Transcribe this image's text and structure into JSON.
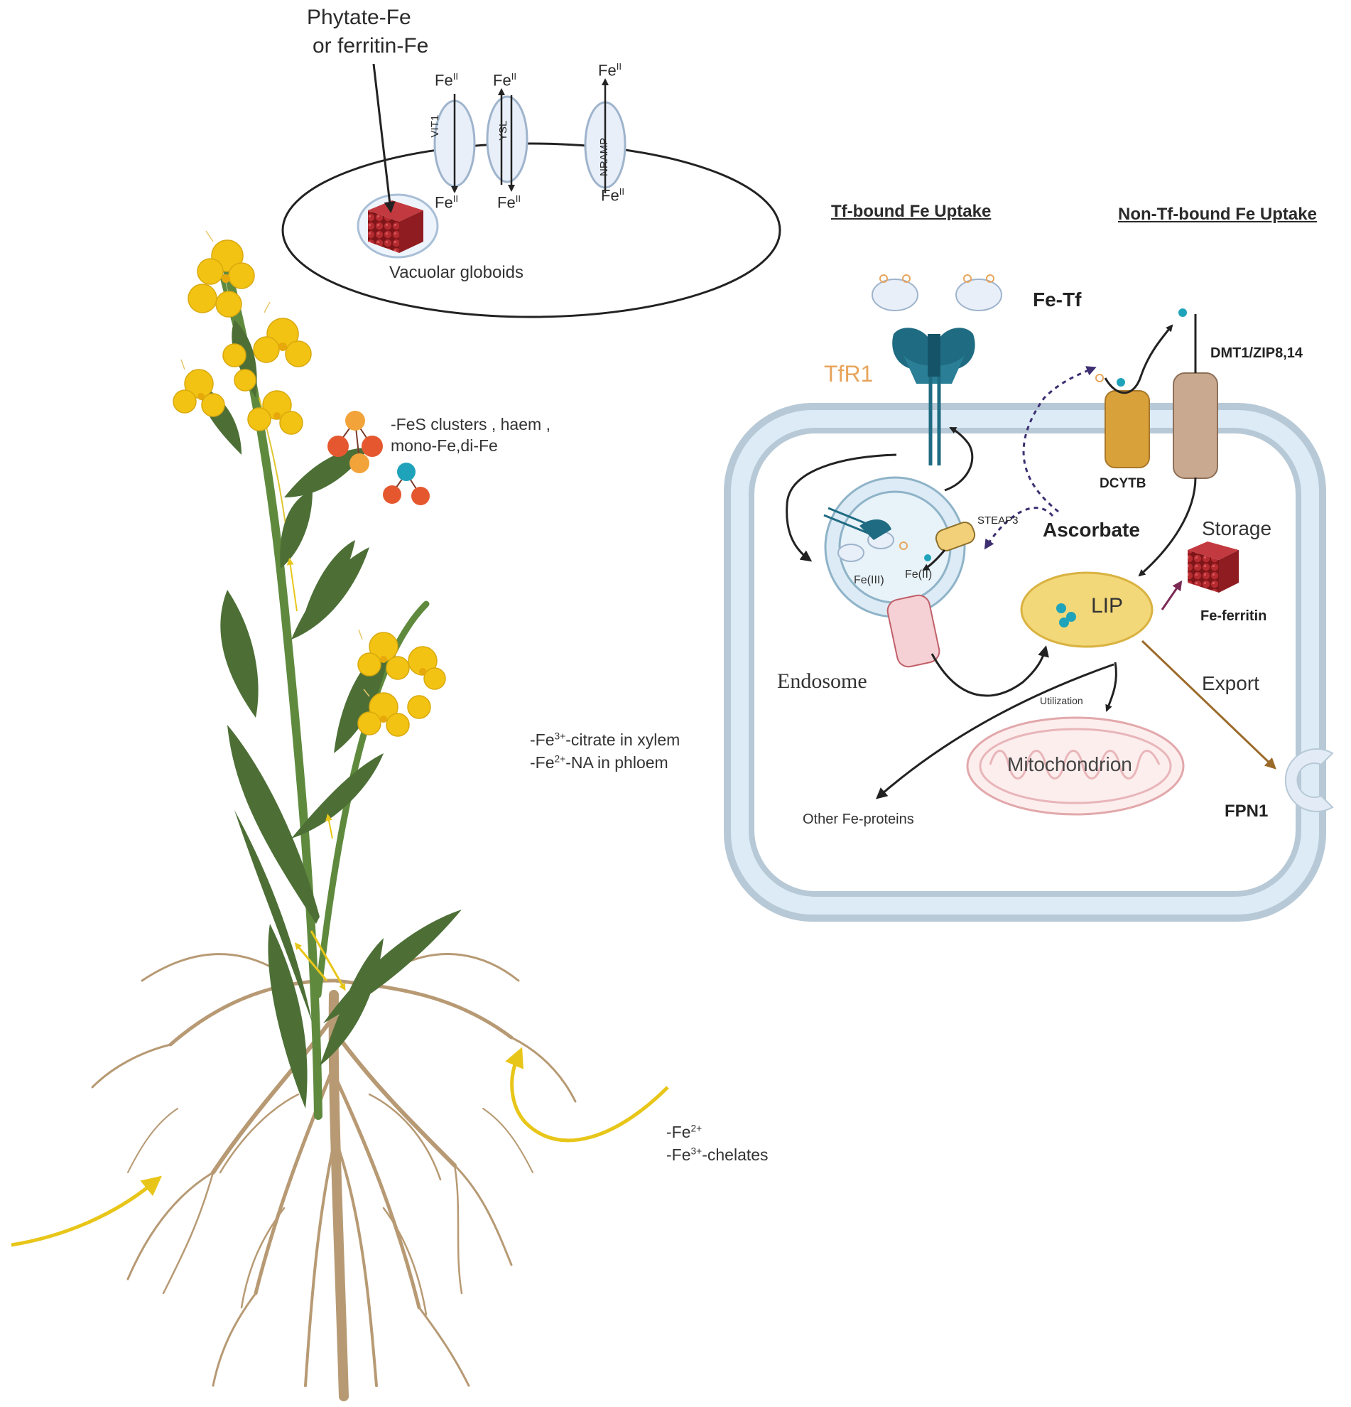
{
  "vacuole": {
    "source_line1": "Phytate-Fe",
    "source_line2": "or ferritin-Fe",
    "fe": "Fe",
    "fe_ox": "II",
    "transporters": [
      "VIT1",
      "YSL",
      "NRAMP"
    ],
    "globoid_label": "Vacuolar globoids"
  },
  "plant": {
    "forms_line1": "-FeS clusters , haem ,",
    "forms_line2": "mono-Fe,di-Fe",
    "xylem": {
      "prefix": "-Fe",
      "ox": "3+",
      "suffix": "-citrate in xylem"
    },
    "phloem": {
      "prefix": "-Fe",
      "ox": "2+",
      "suffix": "-NA in phloem"
    },
    "soil1": {
      "prefix": "-Fe",
      "ox": "2+",
      "suffix": ""
    },
    "soil2": {
      "prefix": "-Fe",
      "ox": "3+",
      "suffix": "-chelates"
    }
  },
  "cell": {
    "tf_heading": "Tf-bound Fe Uptake",
    "ntf_heading": "Non-Tf-bound Fe Uptake",
    "fe_tf": "Fe-Tf",
    "tfr1": "TfR1",
    "dmt1": "DMT1/ZIP8,14",
    "dcytb": "DCYTB",
    "steap3": "STEAP3",
    "ascorbate": "Ascorbate",
    "storage": "Storage",
    "fe3": "Fe(III)",
    "fe2": "Fe(II)",
    "lip": "LIP",
    "fe_ferritin": "Fe-ferritin",
    "endosome": "Endosome",
    "utilization": "Utilization",
    "export": "Export",
    "mitochondrion": "Mitochondrion",
    "other_fe_proteins": "Other Fe-proteins",
    "fpn1": "FPN1"
  },
  "colors": {
    "membrane": "#b7c9d6",
    "membrane_fill": "#dcebf5",
    "lip": "#f3d87a",
    "dcytb": "#d9a13a",
    "dmt1": "#c9a98f",
    "tfr1_text": "#e8a45c",
    "tfr1_protein": "#1f6b82",
    "ferritin": "#a3262a",
    "flower": "#f2c313",
    "leaf": "#4d6f36",
    "root": "#b79a74",
    "arrow_yellow": "#e8c619",
    "export_arrow": "#9b6a2a",
    "storage_arrow": "#7b2a55",
    "ascorbate_arrow": "#3e2f72"
  }
}
